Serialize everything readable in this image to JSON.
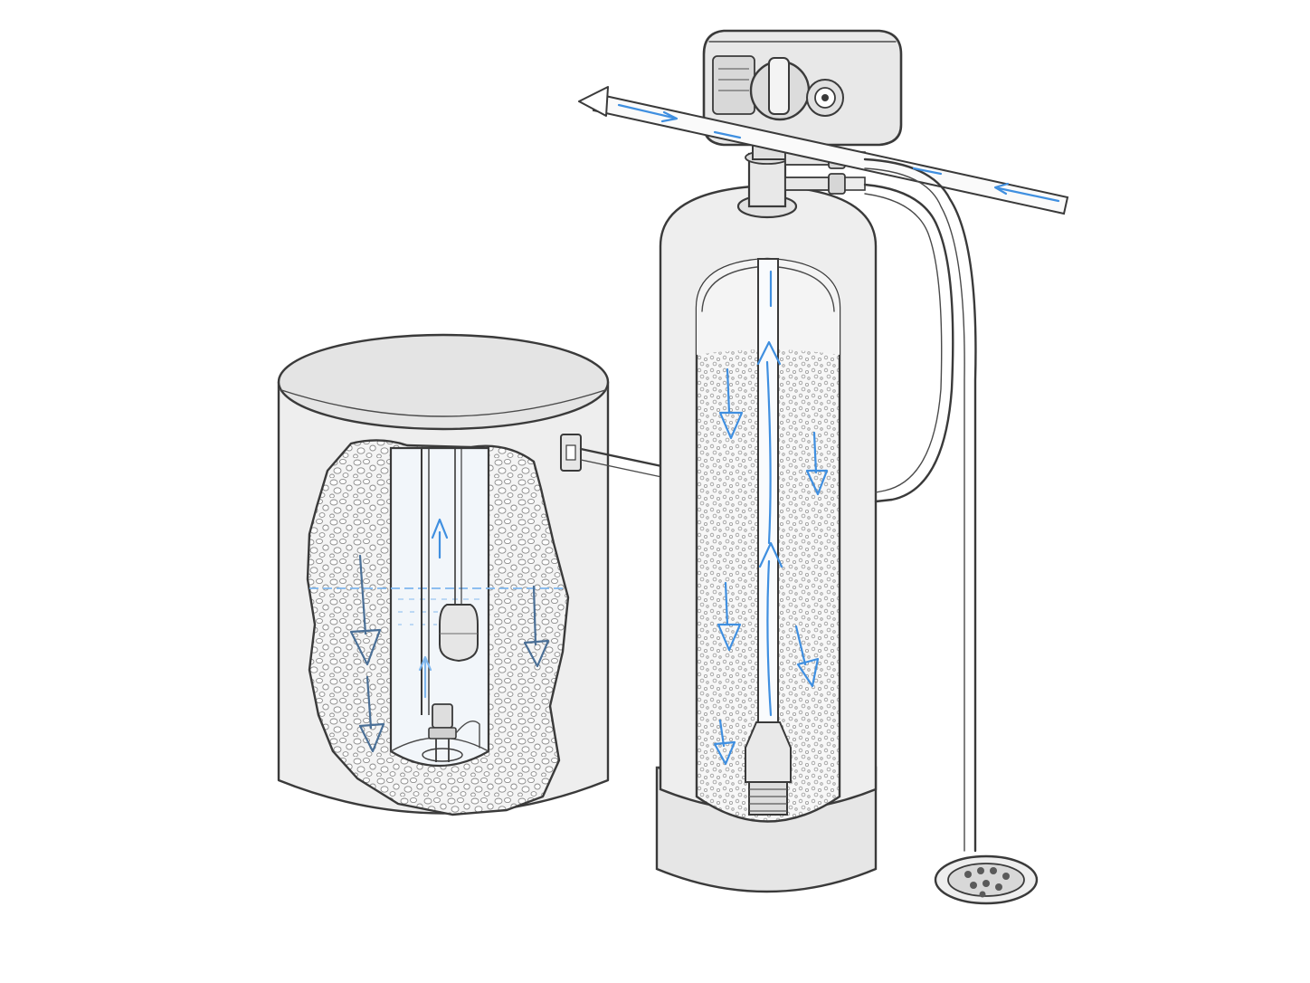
{
  "diagram": {
    "kind": "water softener cutaway illustration",
    "components": [
      {
        "id": "brine-tank",
        "icon": "brine-tank-icon"
      },
      {
        "id": "resin-tank",
        "icon": "resin-tank-icon"
      },
      {
        "id": "control-valve",
        "icon": "control-valve-icon"
      },
      {
        "id": "drain",
        "icon": "floor-drain-icon"
      }
    ],
    "colors": {
      "ink": "#3a3a3a",
      "shade": "#eeeeee",
      "flow_blue": "#3f8fe0",
      "flow_dark": "#4a6f96",
      "water_line": "#7fb7ee"
    }
  }
}
